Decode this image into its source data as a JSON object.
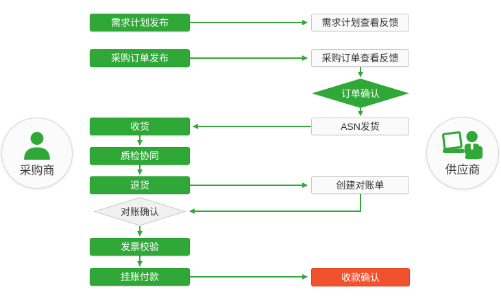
{
  "actors": {
    "buyer": {
      "label": "采购商",
      "icon": "buyer-person-icon"
    },
    "supplier": {
      "label": "供应商",
      "icon": "supplier-laptop-person-icon"
    }
  },
  "nodes": {
    "demand_plan_publish": {
      "label": "需求计划发布",
      "type": "green-box"
    },
    "demand_plan_feedback": {
      "label": "需求计划查看反馈",
      "type": "plain-box"
    },
    "po_publish": {
      "label": "采购订单发布",
      "type": "green-box"
    },
    "po_feedback": {
      "label": "采购订单查看反馈",
      "type": "plain-box"
    },
    "order_confirm": {
      "label": "订单确认",
      "type": "green-diamond"
    },
    "asn_ship": {
      "label": "ASN发货",
      "type": "plain-box"
    },
    "receive": {
      "label": "收货",
      "type": "green-box"
    },
    "quality_check": {
      "label": "质检协同",
      "type": "green-box"
    },
    "return_goods": {
      "label": "退货",
      "type": "green-box"
    },
    "create_statement": {
      "label": "创建对账单",
      "type": "plain-box"
    },
    "statement_confirm": {
      "label": "对账确认",
      "type": "gray-diamond"
    },
    "invoice_verify": {
      "label": "发票校验",
      "type": "green-box"
    },
    "payment": {
      "label": "挂账付款",
      "type": "green-box"
    },
    "receipt_confirm": {
      "label": "收款确认",
      "type": "red-box"
    }
  },
  "edges": [
    "demand_plan_publish -> demand_plan_feedback",
    "po_publish -> po_feedback",
    "po_feedback -> order_confirm",
    "order_confirm -> asn_ship",
    "asn_ship -> receive",
    "receive -> quality_check",
    "quality_check -> return_goods",
    "return_goods -> create_statement",
    "create_statement -> statement_confirm",
    "statement_confirm -> invoice_verify",
    "invoice_verify -> payment",
    "payment -> receipt_confirm"
  ],
  "colors": {
    "green": "#2fa838",
    "red": "#f2512e",
    "plain_box_bg": "#fafafa",
    "plain_box_border": "#c9c9c9",
    "gray_diamond_bg": "#f1f1f1",
    "gray_diamond_border": "#c6c6c6",
    "text_dark": "#3a3a3a",
    "text_white": "#ffffff"
  }
}
